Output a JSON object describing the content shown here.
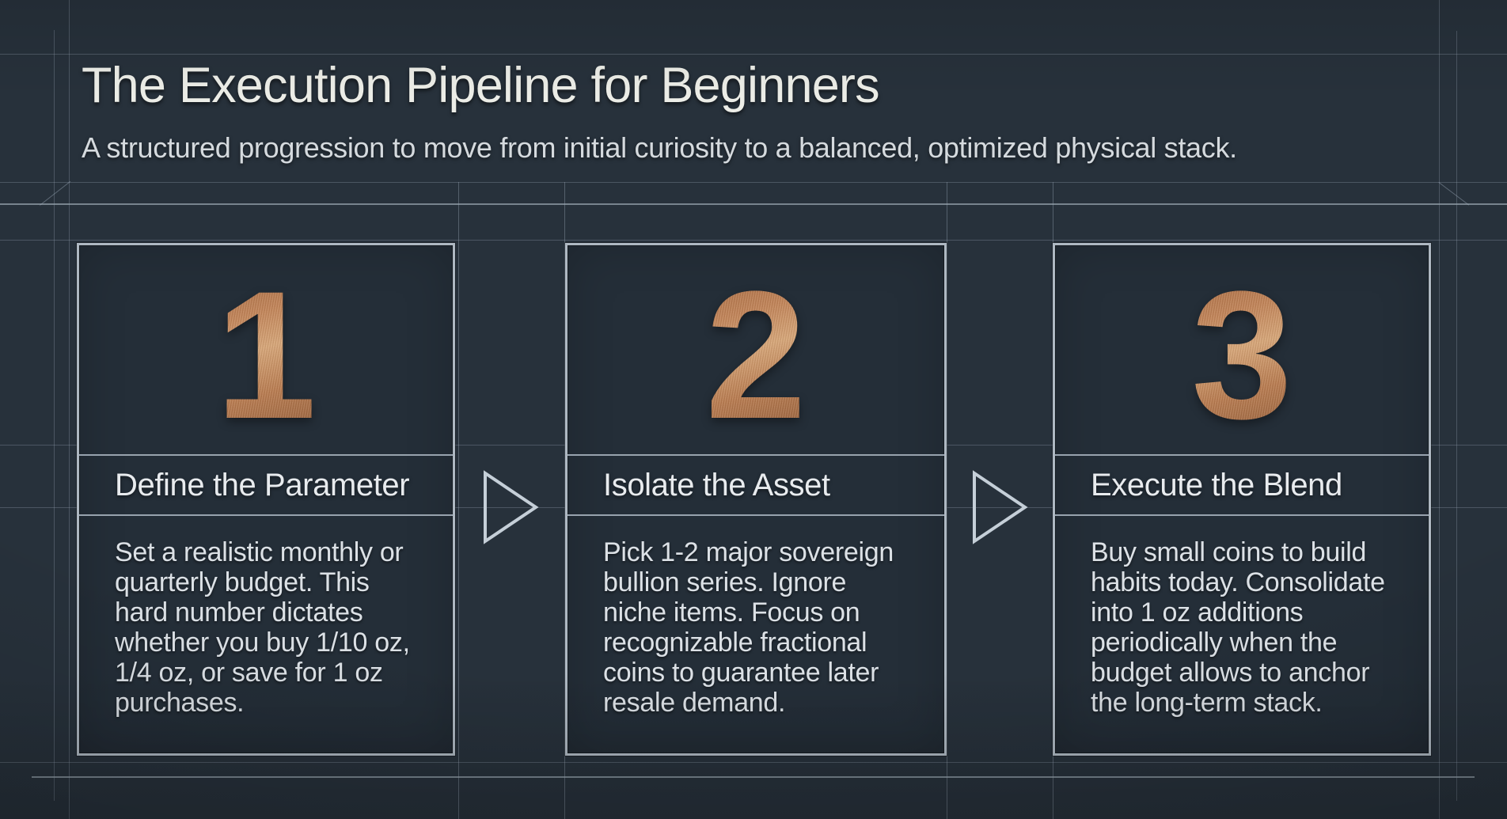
{
  "header": {
    "title": "The Execution Pipeline for Beginners",
    "subtitle": "A structured progression to move from initial curiosity to a balanced, optimized physical stack."
  },
  "steps": [
    {
      "number": "1",
      "title": "Define the Parameter",
      "body": "Set a realistic monthly or\nquarterly budget. This\nhard number dictates\nwhether you buy 1/10 oz,\n1/4 oz, or save for 1 oz\npurchases."
    },
    {
      "number": "2",
      "title": "Isolate the Asset",
      "body": "Pick 1-2 major sovereign\nbullion series. Ignore\nniche items. Focus on\nrecognizable fractional\ncoins to guarantee later\nresale demand."
    },
    {
      "number": "3",
      "title": "Execute the Blend",
      "body": "Buy small coins to build\nhabits today. Consolidate\ninto 1 oz additions\nperiodically when the\nbudget allows to anchor\nthe long-term stack."
    }
  ],
  "icons": {
    "between_steps": "right-pointing-triangle-outline"
  },
  "colors": {
    "background": "#27313b",
    "card_background": "#242e38",
    "card_border": "#aeb8c2",
    "grid_line": "#96a4b2",
    "copper_accent": "#c28458",
    "heading_text": "#ecede7",
    "body_text": "#dce1e6",
    "arrow_stroke": "#c5cfd8"
  }
}
